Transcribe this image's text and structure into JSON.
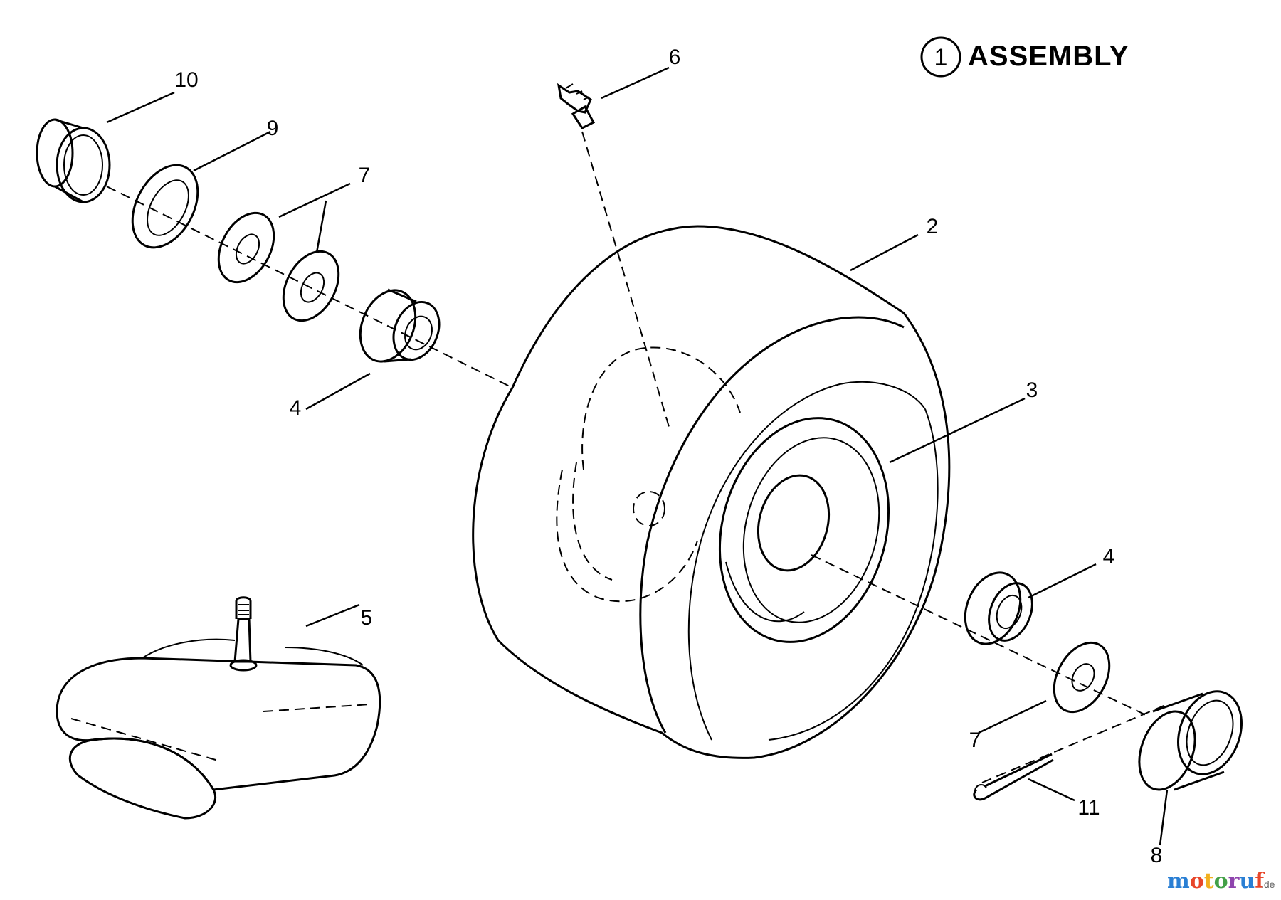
{
  "assembly": {
    "number": "1",
    "label": "ASSEMBLY"
  },
  "callouts": {
    "c2": "2",
    "c3": "3",
    "c4a": "4",
    "c4b": "4",
    "c5": "5",
    "c6": "6",
    "c7a": "7",
    "c7b": "7",
    "c8": "8",
    "c9": "9",
    "c10": "10",
    "c11": "11"
  },
  "watermark": {
    "text": "motoruf",
    "suffix": ".de",
    "colors": [
      "#2a7fd4",
      "#e8462a",
      "#f2b01e",
      "#43a047",
      "#8e44ad",
      "#2a7fd4",
      "#e8462a"
    ]
  }
}
